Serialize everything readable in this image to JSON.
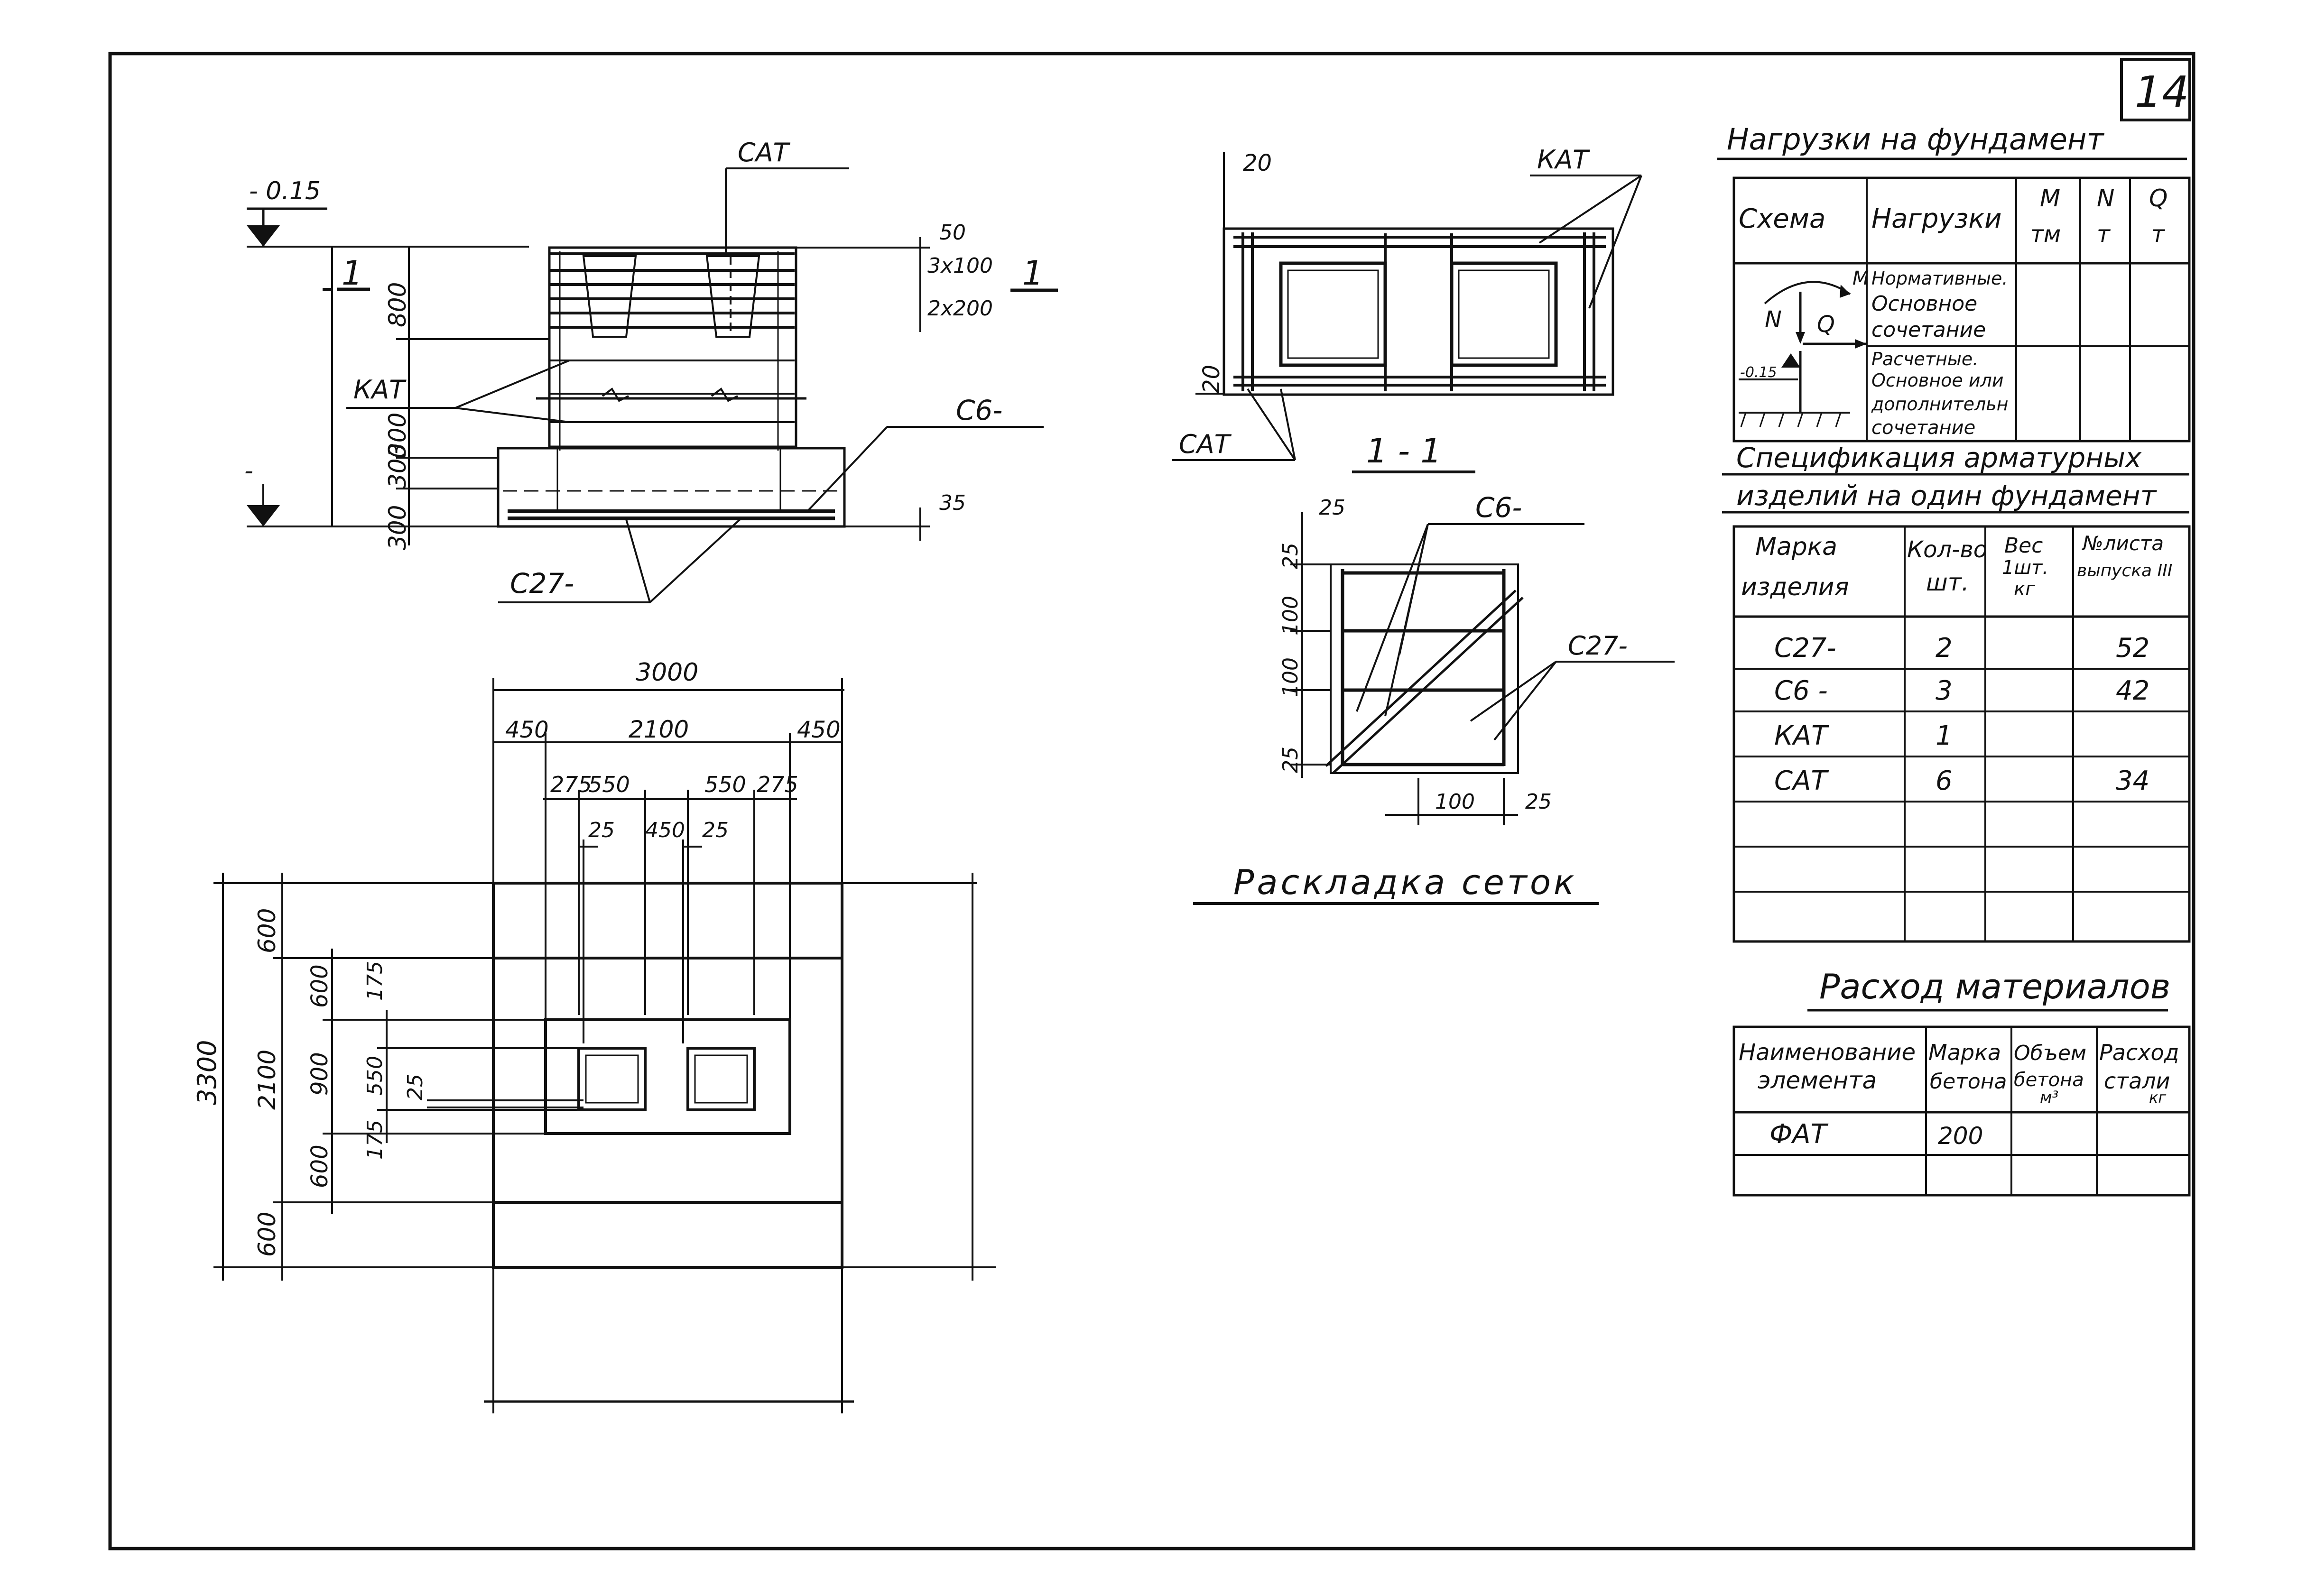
{
  "sheet": {
    "number": "14"
  },
  "front_view": {
    "elev_top": "- 0.15",
    "elev_bottom": "-",
    "label_cat": "САТ",
    "label_kat": "КАТ",
    "label_c6": "С6-",
    "label_c27": "С27-",
    "section_mark_left": "1",
    "section_mark_right": "1",
    "dim_800": "800",
    "dim_300a": "300",
    "dim_300b": "300",
    "dim_300c": "300",
    "dim_50": "50",
    "dim_3x100": "3x100",
    "dim_2x200": "2x200",
    "dim_35": "35"
  },
  "section_1_1": {
    "title": "1 - 1",
    "label_kat": "КАТ",
    "label_cat": "САТ",
    "dim_20_top": "20",
    "dim_20_side": "20"
  },
  "mesh_layout": {
    "title": "Раскладка сеток",
    "label_c6": "С6-",
    "label_c27": "С27-",
    "dim_25_top": "25",
    "dim_25_a": "25",
    "dim_100_a": "100",
    "dim_100_b": "100",
    "dim_25_b": "25",
    "dim_100_bottom": "100",
    "dim_25_bottom": "25"
  },
  "plan_view": {
    "dim_3000": "3000",
    "dim_450_left": "450",
    "dim_2100_top": "2100",
    "dim_450_right": "450",
    "dim_275_left": "275",
    "dim_550_a": "550",
    "dim_550_b": "550",
    "dim_275_right": "275",
    "dim_25_a": "25",
    "dim_450_mid": "450",
    "dim_25_b": "25",
    "dim_3300": "3300",
    "dim_600_top": "600",
    "dim_2100_side": "2100",
    "dim_600_bottom": "600",
    "dim_600_in_a": "600",
    "dim_900": "900",
    "dim_600_in_b": "600",
    "dim_175_a": "175",
    "dim_550_side": "550",
    "dim_175_b": "175",
    "dim_25_side": "25"
  },
  "loads_table": {
    "title": "Нагрузки на фундамент",
    "headers": [
      "Схема",
      "Нагрузки",
      "M",
      "N",
      "Q"
    ],
    "units": [
      "тм",
      "т",
      "т"
    ],
    "rows": [
      [
        "Нормативные.",
        "Основное",
        "сочетание"
      ],
      [
        "Расчетные.",
        "Основное или",
        "дополнительн",
        "сочетание"
      ]
    ],
    "schema_labels": {
      "n": "N",
      "q": "Q",
      "m": "M",
      "elev": "-0.15"
    }
  },
  "spec_table": {
    "title_line1": "Спецификация арматурных",
    "title_line2": "изделий на один фундамент",
    "headers": [
      [
        "Марка",
        "изделия"
      ],
      [
        "Кол-во",
        "шт."
      ],
      [
        "Вес",
        "1шт.",
        "кг"
      ],
      [
        "№листа",
        "выпуска III"
      ]
    ],
    "rows": [
      [
        "С27-",
        "2",
        "",
        "52"
      ],
      [
        "С6 -",
        "3",
        "",
        "42"
      ],
      [
        "КАТ",
        "1",
        "",
        ""
      ],
      [
        "САТ",
        "6",
        "",
        "34"
      ]
    ]
  },
  "materials_table": {
    "title": "Расход материалов",
    "headers": [
      [
        "Наименование",
        "элемента"
      ],
      [
        "Марка",
        "бетона"
      ],
      [
        "Объем",
        "бетона",
        "м³"
      ],
      [
        "Расход",
        "стали",
        "кг"
      ]
    ],
    "rows": [
      [
        "ФАТ",
        "200",
        "",
        ""
      ]
    ]
  }
}
